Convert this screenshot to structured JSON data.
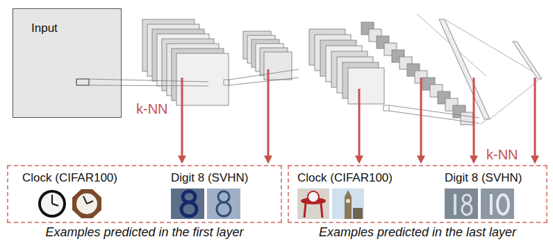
{
  "diagram": {
    "nodes": [
      {
        "text": [
          "Input"
        ]
      },
      {
        "text": [
          "Clock (CIFAR100)",
          "Digit 8 (SVHN)",
          "Examples predicted in the first layer"
        ]
      },
      {
        "text": [
          "Clock (CIFAR100)",
          "Digit 8 (SVHN)",
          "Examples predicted in the last layer"
        ]
      }
    ],
    "labels": [
      "k-NN",
      "k-NN"
    ]
  }
}
